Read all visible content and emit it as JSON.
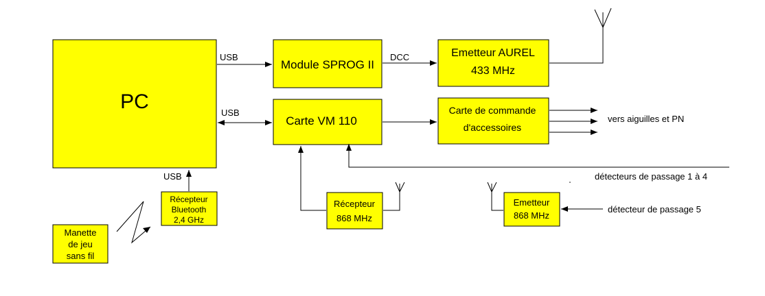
{
  "colors": {
    "box_fill": "#ffff00",
    "stroke": "#000000",
    "background": "#ffffff"
  },
  "blocks": {
    "pc": "PC",
    "sprog": "Module SPROG II",
    "aurel_line1": "Emetteur AUREL",
    "aurel_line2": "433 MHz",
    "vm110": "Carte VM 110",
    "accessories_line1": "Carte de commande",
    "accessories_line2": "d'accessoires",
    "bt_receiver_line1": "Récepteur",
    "bt_receiver_line2": "Bluetooth",
    "bt_receiver_line3": "2,4 GHz",
    "gamepad_line1": "Manette",
    "gamepad_line2": "de jeu",
    "gamepad_line3": "sans fil",
    "rx868_line1": "Récepteur",
    "rx868_line2": "868 MHz",
    "tx868_line1": "Emetteur",
    "tx868_line2": "868 MHz"
  },
  "links": {
    "usb_top": "USB",
    "dcc": "DCC",
    "usb_middle": "USB",
    "usb_bottom": "USB"
  },
  "external": {
    "switches": "vers aiguilles et PN",
    "detectors_1_4": "détecteurs de passage 1 à 4",
    "detector_5": "détecteur de passage 5"
  },
  "icons": [
    "antenna-icon",
    "lightning-bolt-icon",
    "arrow-icon"
  ]
}
